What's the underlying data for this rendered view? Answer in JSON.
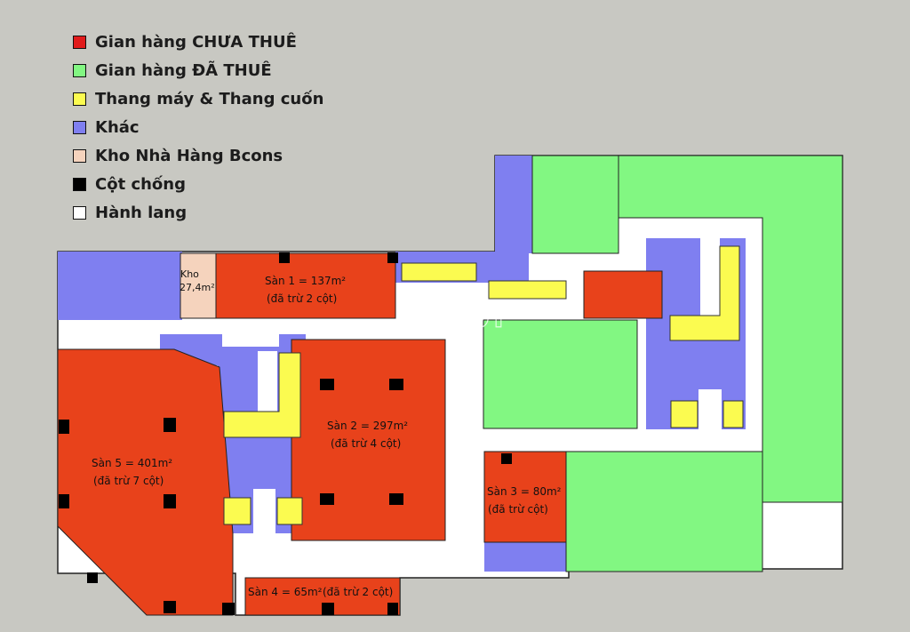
{
  "legend": [
    {
      "label": "Gian hàng CHƯA THUÊ",
      "color": "#e8421b",
      "swatch_color": "#e11b1b"
    },
    {
      "label": "Gian hàng ĐÃ THUÊ",
      "color": "#82f782"
    },
    {
      "label": "Thang máy & Thang cuốn",
      "color": "#fbfb50"
    },
    {
      "label": "Khác",
      "color": "#7f7ff0"
    },
    {
      "label": "Kho Nhà Hàng Bcons",
      "color": "#f5d3bd"
    },
    {
      "label": "Cột chống",
      "color": "#000000"
    },
    {
      "label": "Hành lang",
      "color": "#ffffff"
    }
  ],
  "areas": {
    "kho": {
      "name": "Kho",
      "size": "27,4m²"
    },
    "san1": {
      "name": "Sàn 1 = 137m²",
      "note": "(đã trừ 2 cột)"
    },
    "san2": {
      "name": "Sàn 2 = 297m²",
      "note": "(đã trừ 4 cột)"
    },
    "san3": {
      "name": "Sàn 3 = 80m²",
      "note": "(đã trừ cột)"
    },
    "san4": {
      "name": "Sàn 4 = 65m²",
      "note": "(đã trừ 2 cột)"
    },
    "san5": {
      "name": "Sàn 5 = 401m²",
      "note": "(đã trừ 7 cột)"
    }
  },
  "watermark": "chợTỐT"
}
